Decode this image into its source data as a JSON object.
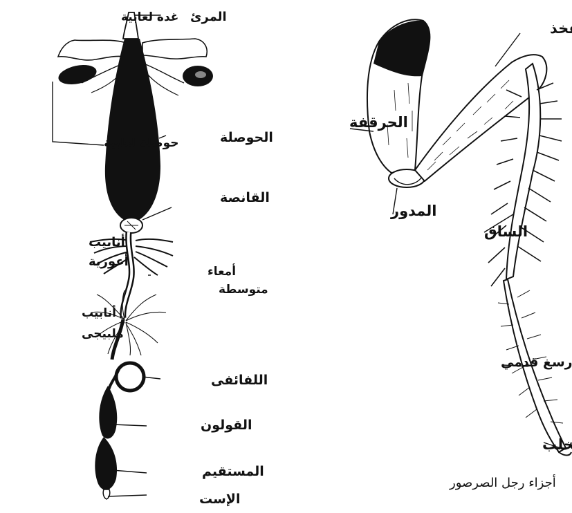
{
  "colors": {
    "ink": "#111111",
    "paper": "#ffffff"
  },
  "digestive_system": {
    "labels": {
      "pharynx": "المرئ",
      "salivary_gland": "غدة لعابية",
      "salivary_reservoir": "حوصلة لعابية",
      "crop": "الحوصلة",
      "gizzard": "القانصة",
      "gastric_caeca_line1": "أنابيب",
      "gastric_caeca_line2": "أعورية",
      "midgut_line1": "أمعاء",
      "midgut_line2": "متوسطة",
      "malpighian_line1": "أنابيب",
      "malpighian_line2": "ملبيجى",
      "ileum": "اللفائفى",
      "colon": "القولون",
      "rectum": "المستقيم",
      "anus": "الإست"
    }
  },
  "cricket_leg": {
    "labels": {
      "femur": "الفخذ",
      "coxa": "الحرقفة",
      "trochanter": "المدور",
      "tibia": "الساق",
      "tarsus": "رسغ قدمي",
      "claw": "المخلب"
    },
    "caption": "أجزاء رجل الصرصور"
  }
}
